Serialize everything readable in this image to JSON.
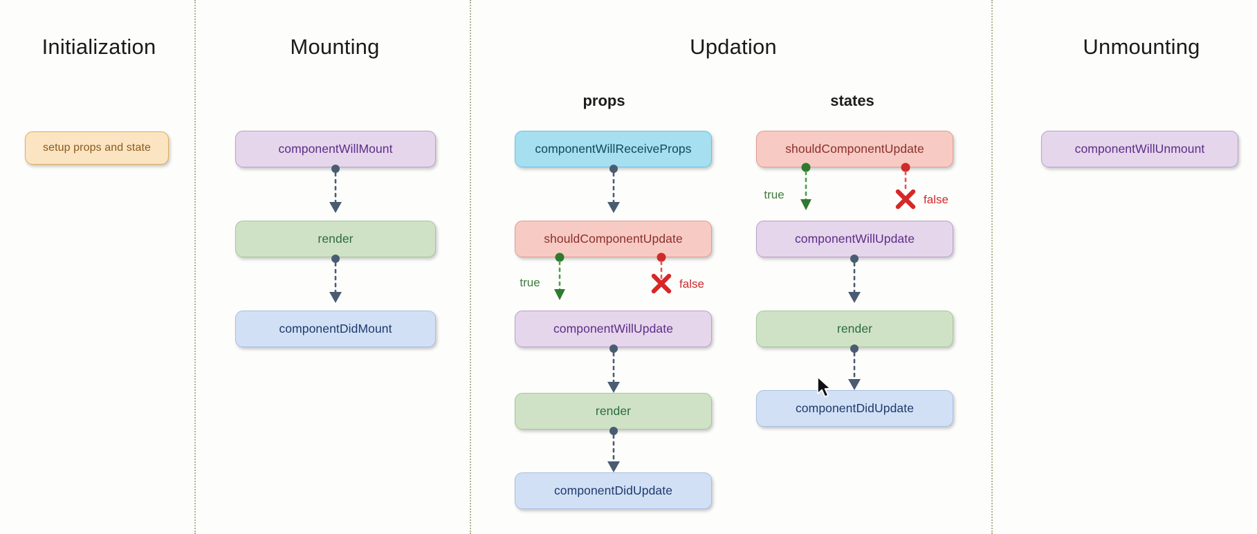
{
  "columns": [
    {
      "id": "initialization",
      "title": "Initialization"
    },
    {
      "id": "mounting",
      "title": "Mounting"
    },
    {
      "id": "updation",
      "title": "Updation"
    },
    {
      "id": "unmounting",
      "title": "Unmounting"
    }
  ],
  "subcolumns": [
    {
      "id": "props",
      "title": "props"
    },
    {
      "id": "states",
      "title": "states"
    }
  ],
  "nodes": {
    "setup_props_and_state": "setup props and state",
    "component_will_mount": "componentWillMount",
    "render_mounting": "render",
    "component_did_mount": "componentDidMount",
    "component_will_receive_props": "componentWillReceiveProps",
    "should_component_update_props": "shouldComponentUpdate",
    "component_will_update_props": "componentWillUpdate",
    "render_props": "render",
    "component_did_update_props": "componentDidUpdate",
    "should_component_update_states": "shouldComponentUpdate",
    "component_will_update_states": "componentWillUpdate",
    "render_states": "render",
    "component_did_update_states": "componentDidUpdate",
    "component_will_unmount": "componentWillUnmount"
  },
  "branches": {
    "true_label": "true",
    "false_label": "false",
    "false_glyph": "✗"
  },
  "colors": {
    "purple_fill": "#e5d6ec",
    "purple_text": "#5e2c87",
    "green_fill": "#cfe2c6",
    "green_text": "#2c6b3d",
    "blue_fill": "#d2e0f6",
    "blue_text": "#1d3a6b",
    "cyan_fill": "#a5dff0",
    "cyan_text": "#12485c",
    "salmon_fill": "#f7cbc4",
    "salmon_text": "#8c2f2c",
    "peach_fill": "#fbe4c2",
    "peach_text": "#8a5a1e",
    "divider": "#9aa87a",
    "arrow": "#4a5c72",
    "true_branch": "#3f7a3f",
    "false_branch": "#cf2b2b",
    "background": "#fdfdfb"
  }
}
